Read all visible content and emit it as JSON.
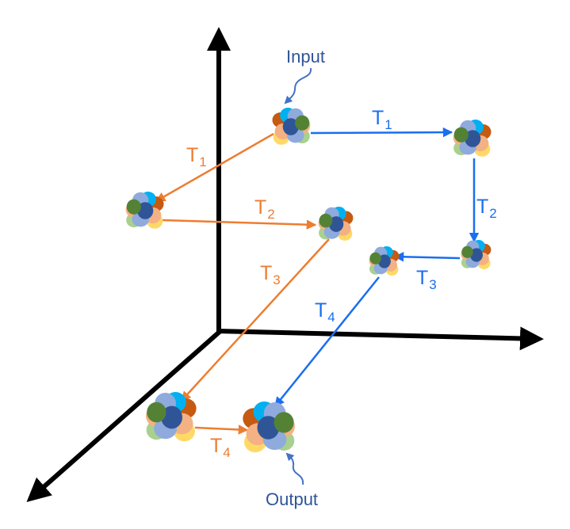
{
  "labels": {
    "input": "Input",
    "output": "Output"
  },
  "colors": {
    "axes": "#000000",
    "blue_path": "#1a6ef0",
    "orange_path": "#ed7d31",
    "io_text": "#2f5597",
    "io_arrow": "#4472c4"
  },
  "blue_path": {
    "t1": {
      "letter": "T",
      "sub": "1"
    },
    "t2": {
      "letter": "T",
      "sub": "2"
    },
    "t3": {
      "letter": "T",
      "sub": "3"
    },
    "t4": {
      "letter": "T",
      "sub": "4"
    }
  },
  "orange_path": {
    "t1": {
      "letter": "T",
      "sub": "1"
    },
    "t2": {
      "letter": "T",
      "sub": "2"
    },
    "t3": {
      "letter": "T",
      "sub": "3"
    },
    "t4": {
      "letter": "T",
      "sub": "4"
    }
  },
  "cluster_palette": [
    "#f4b183",
    "#8faadc",
    "#ffd966",
    "#a9d18e",
    "#00b0f0",
    "#c55a11",
    "#548235",
    "#2f5597"
  ]
}
